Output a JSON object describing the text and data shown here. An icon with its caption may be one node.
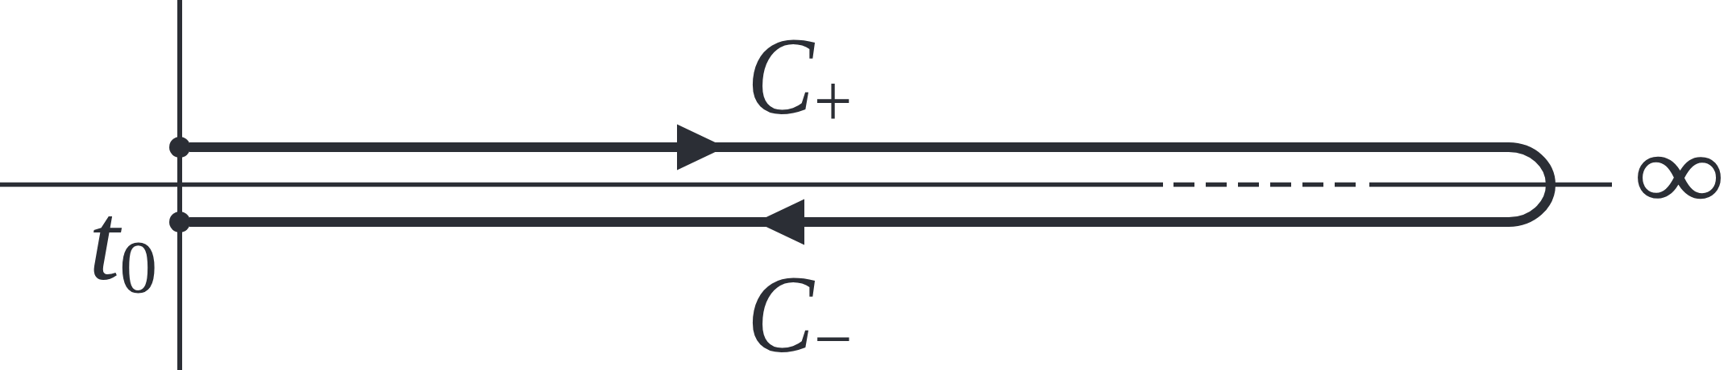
{
  "diagram": {
    "nodes": [
      {
        "text": [],
        "shape": "circle"
      },
      {
        "text": [],
        "shape": "circle"
      }
    ],
    "edges": [
      {
        "from": 0,
        "to": 1,
        "arrow": "to"
      }
    ],
    "labels": [
      "*C*$_{+}$",
      "∞",
      "*t*$_{0}$",
      "*C*$_{−}$"
    ]
  }
}
